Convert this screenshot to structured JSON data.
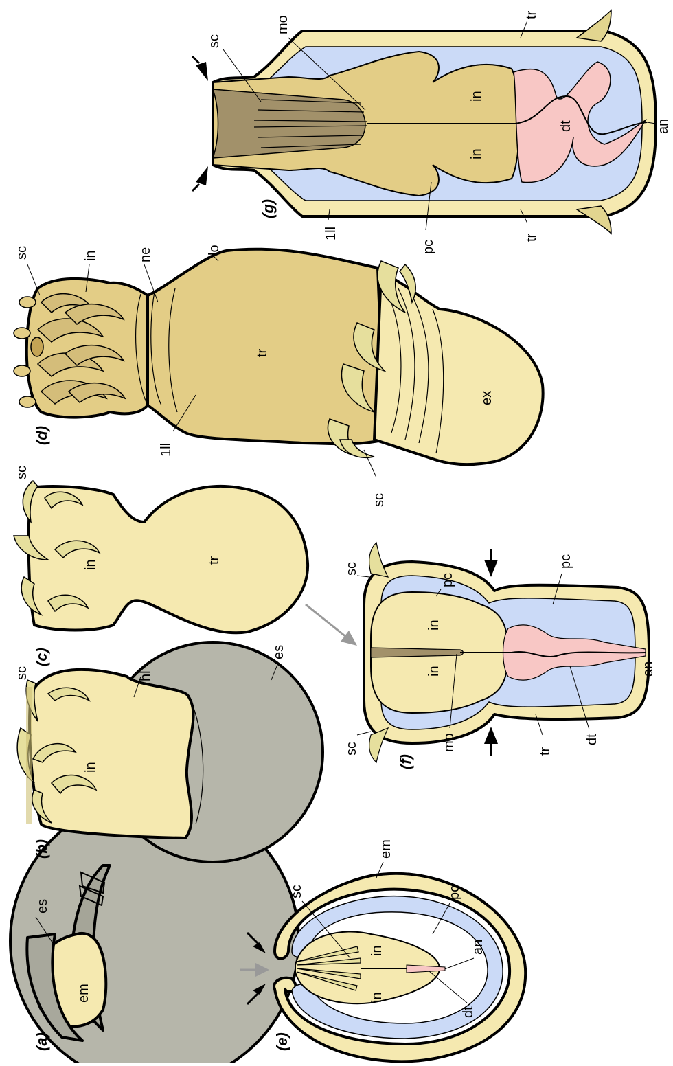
{
  "colors": {
    "tissue": "#f5e9b0",
    "tissue_dark": "#e3cd86",
    "eggshell": "#b6b6aa",
    "eggshell_dark": "#9a9a8e",
    "cavity": "#cbdaf7",
    "gut": "#f8c7c5",
    "sclerite": "#e6df9d",
    "spine": "#e2d58f",
    "mouth": "#a2916a",
    "arrow_grey": "#999999"
  },
  "panels": {
    "a": {
      "label": "(a)",
      "es": "es",
      "em": "em"
    },
    "b": {
      "label": "(b)",
      "sc": "sc",
      "hl": "hl",
      "in": "in",
      "es": "es"
    },
    "c": {
      "label": "(c)",
      "sc": "sc",
      "in": "in",
      "tr": "tr"
    },
    "d": {
      "label": "(d)",
      "sc": "sc",
      "in": "in",
      "ne": "ne",
      "lo": "lo",
      "tr": "tr",
      "ll": "1ll",
      "ex": "ex",
      "sc2": "sc"
    },
    "e": {
      "label": "(e)",
      "sc": "sc",
      "em": "em",
      "pc": "pc",
      "in1": "in",
      "in2": "in",
      "an": "an",
      "dt": "dt"
    },
    "f": {
      "label": "(f)",
      "sc1": "sc",
      "sc2": "sc",
      "pc1": "pc",
      "pc2": "pc",
      "in1": "in",
      "in2": "in",
      "mo": "mo",
      "tr": "tr",
      "dt": "dt",
      "an": "an"
    },
    "g": {
      "label": "(g)",
      "sc": "sc",
      "mo": "mo",
      "tr1": "tr",
      "tr2": "tr",
      "in1": "in",
      "in2": "in",
      "dt": "dt",
      "an": "an",
      "ll": "1ll",
      "pc": "pc"
    }
  }
}
